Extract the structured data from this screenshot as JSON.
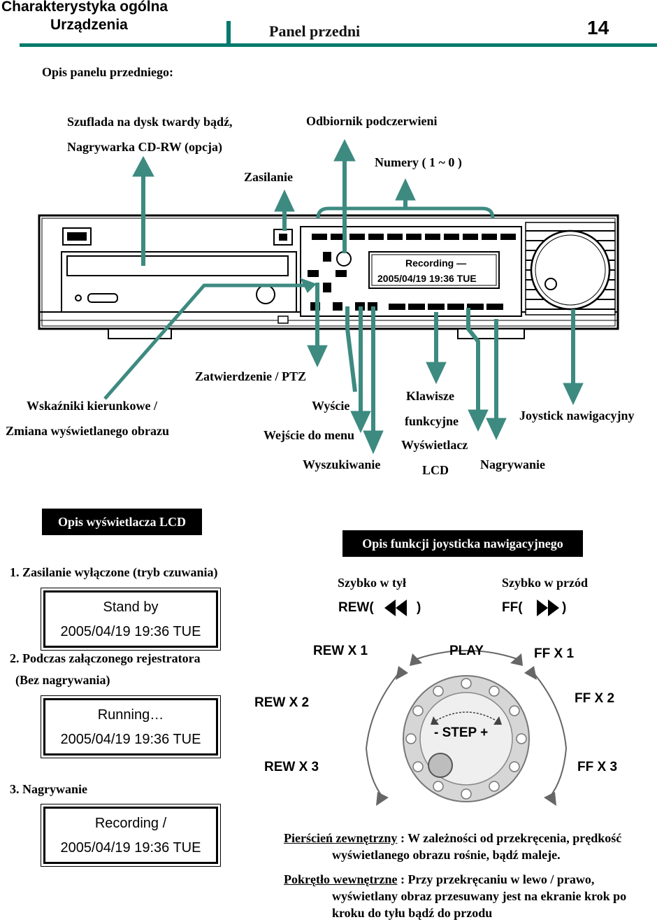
{
  "header": {
    "section_line1": "Charakterystyka ogólna",
    "section_line2": "Urządzenia",
    "title": "Panel przedni",
    "page_number": "14",
    "accent_color": "#007a6c"
  },
  "intro": "Opis panelu przedniego:",
  "top_labels": {
    "drawer_1": "Szuflada na dysk twardy bądź,",
    "drawer_2": "Nagrywarka CD-RW (opcja)",
    "ir": "Odbiornik podczerwieni",
    "numbers": "Numery ( 1 ~ 0 )",
    "power": "Zasilanie"
  },
  "device": {
    "lcd_line1": "Recording —",
    "lcd_line2": "2005/04/19 19:36 TUE"
  },
  "bottom_labels": {
    "ptz": "Zatwierdzenie / PTZ",
    "direction_1": "Wskaźniki kierunkowe /",
    "direction_2": "Zmiana wyświetlanego obrazu",
    "exit": "Wyście",
    "menu": "Wejście do menu",
    "search": "Wyszukiwanie",
    "function_1": "Klawisze",
    "function_2": "funkcyjne",
    "lcd_1": "Wyświetlacz",
    "lcd_2": "LCD",
    "record": "Nagrywanie",
    "joystick": "Joystick nawigacyjny"
  },
  "lcd_section": {
    "heading": "Opis wyświetlacza LCD",
    "item1": "1. Zasilanie wyłączone (tryb czuwania)",
    "box1_line1": "Stand by",
    "box1_line2": "2005/04/19 19:36 TUE",
    "item2_1": "2. Podczas załączonego rejestratora",
    "item2_2": "(Bez nagrywania)",
    "box2_line1": "Running…",
    "box2_line2": "2005/04/19 19:36 TUE",
    "item3": "3. Nagrywanie",
    "box3_line1": "Recording /",
    "box3_line2": "2005/04/19 19:36 TUE"
  },
  "joystick_section": {
    "heading": "Opis funkcji joysticka nawigacyjnego",
    "rew_fast_label": "Szybko w tył",
    "ff_fast_label": "Szybko w przód",
    "rew_symbol_a": "REW(",
    "rew_symbol_b": ")",
    "ff_symbol_a": "FF(",
    "ff_symbol_b": ")",
    "rew1": "REW X 1",
    "play": "PLAY",
    "ff1": "FF X 1",
    "rew2": "REW X 2",
    "ff2": "FF X 2",
    "rew3": "REW X 3",
    "ff3": "FF X 3",
    "step": "- STEP +"
  },
  "notes": {
    "outer_term": "Pierścień zewnętrzny",
    "outer_text_1": " : W zależności od przekręcenia, prędkość",
    "outer_text_2": "wyświetlanego obrazu rośnie, bądź maleje.",
    "inner_term": "Pokrętło wewnętrzne",
    "inner_text_1": " : Przy przekręcaniu w lewo / prawo,",
    "inner_text_2": "wyświetlany obraz przesuwany jest  na ekranie krok po",
    "inner_text_3": "kroku do tyłu bądź do przodu"
  }
}
